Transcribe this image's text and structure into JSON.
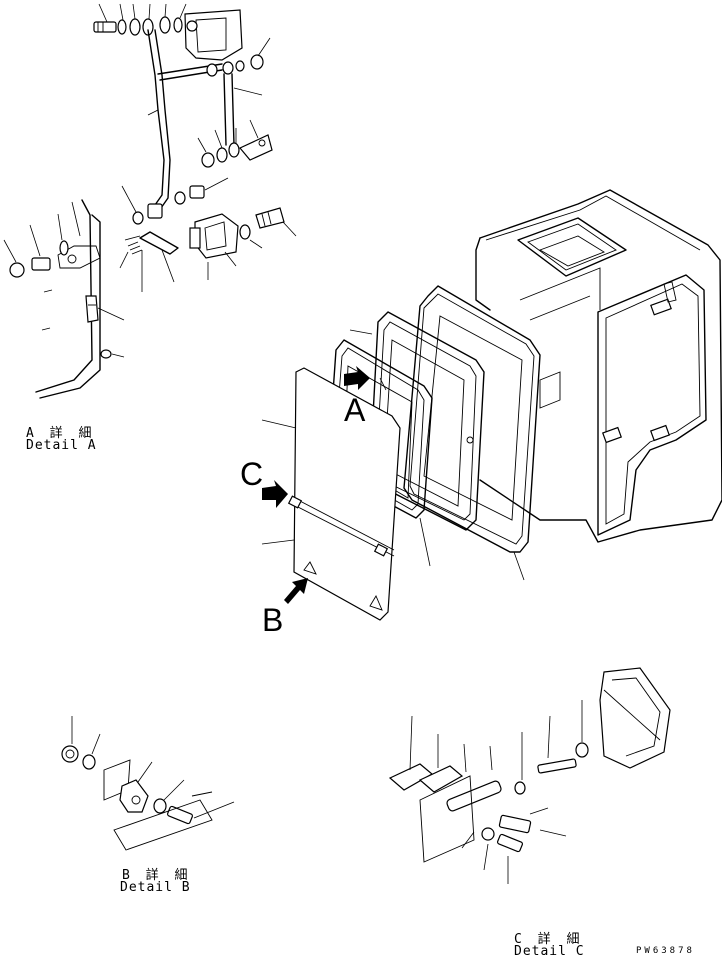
{
  "details": {
    "a": {
      "jp": "A 詳 細",
      "en": "Detail A"
    },
    "b": {
      "jp": "B 詳 細",
      "en": "Detail B"
    },
    "c": {
      "jp": "C 詳 細",
      "en": "Detail C"
    }
  },
  "callouts": {
    "a": "A",
    "b": "B",
    "c": "C"
  },
  "drawing_code": "PW63878"
}
